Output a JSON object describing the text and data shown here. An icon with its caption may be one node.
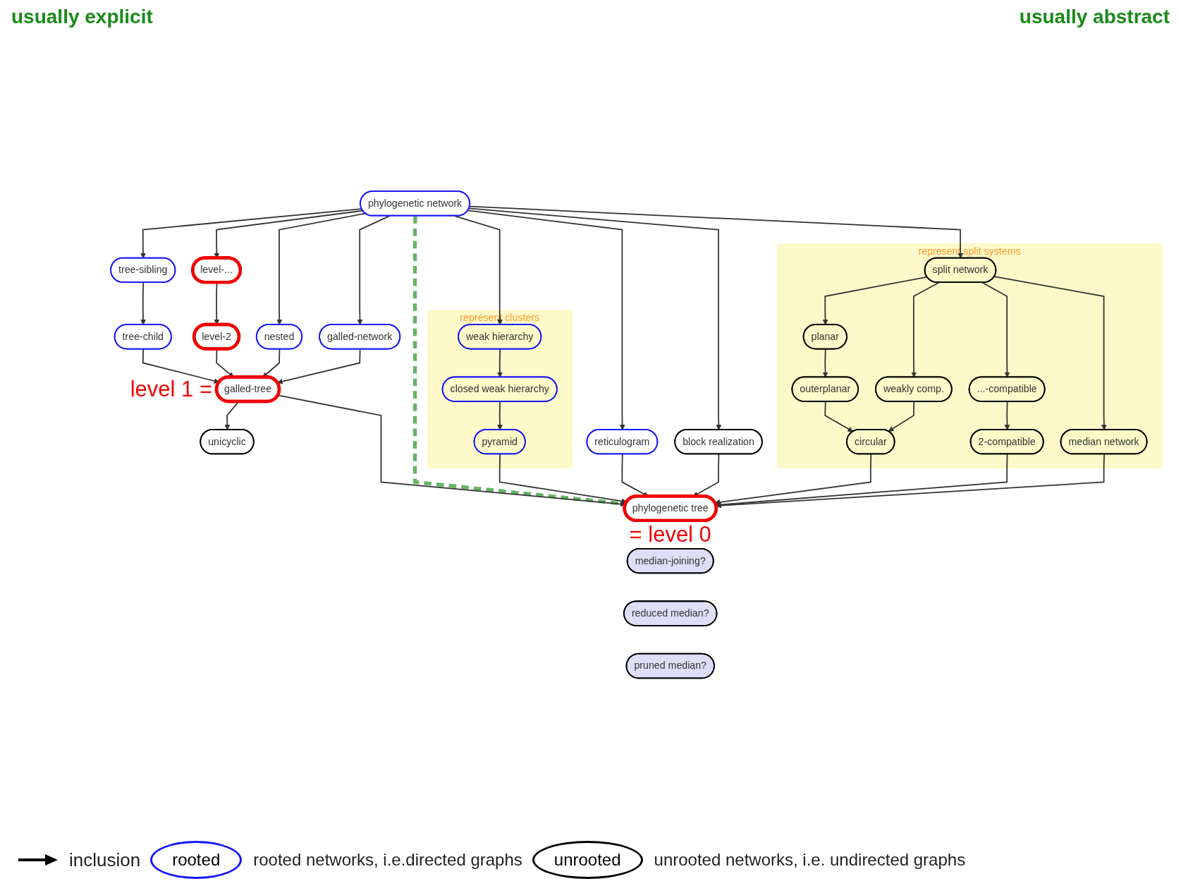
{
  "diagram": {
    "nodes": [
      {
        "text": [
          "phylogenetic network"
        ]
      },
      {
        "text": [
          "level-..."
        ]
      },
      {
        "text": [
          "tree-sibling"
        ]
      },
      {
        "text": [
          "nested"
        ]
      },
      {
        "text": [
          "level-2"
        ]
      },
      {
        "text": [
          "tree-child"
        ]
      },
      {
        "text": [
          "galled-network"
        ]
      },
      {
        "text": [
          "represent clusters"
        ]
      },
      {
        "text": [
          "weak hierarchy"
        ],
        "in": 7
      },
      {
        "text": [
          "closed weak hierarchy"
        ],
        "in": 7
      },
      {
        "text": [
          "pyramid"
        ],
        "in": 7
      },
      {
        "text": [
          "reticulogram"
        ]
      },
      {
        "text": [
          "block realization"
        ]
      },
      {
        "text": [
          "represent split systems"
        ]
      },
      {
        "text": [
          "split network"
        ],
        "in": 13
      },
      {
        "text": [
          "planar"
        ],
        "in": 13
      },
      {
        "text": [
          "...-compatible"
        ],
        "in": 13
      },
      {
        "text": [
          "median network"
        ],
        "in": 13
      },
      {
        "text": [
          "weakly comp."
        ],
        "in": 13
      },
      {
        "text": [
          "outerplanar"
        ],
        "in": 13
      },
      {
        "text": [
          "2-compatible"
        ],
        "in": 13
      },
      {
        "text": [
          "circular"
        ],
        "in": 13
      },
      {
        "text": [
          "galled-tree"
        ],
        "beside": [
          "level 1 ="
        ]
      },
      {
        "text": [
          "unicyclic"
        ]
      },
      {
        "text": [
          "phylogenetic tree"
        ],
        "beside": [
          "= level 0"
        ]
      },
      {
        "text": [
          "median-joining?"
        ]
      },
      {
        "text": [
          "reduced median?"
        ]
      },
      {
        "text": [
          "pruned median?"
        ]
      },
      {
        "text": [
          "rooted"
        ],
        "beside": [
          "rooted networks, i.e.directed graphs"
        ]
      },
      {
        "text": [
          "unrooted"
        ],
        "beside": [
          "unrooted networks, i.e. undirected graphs"
        ]
      }
    ],
    "edges": [
      {
        "from": 0,
        "to": 2,
        "arrow": "to"
      },
      {
        "from": 0,
        "to": 1,
        "arrow": "to"
      },
      {
        "from": 0,
        "to": 3,
        "arrow": "to"
      },
      {
        "from": 0,
        "to": 6,
        "arrow": "to"
      },
      {
        "from": 0,
        "to": 24,
        "arrow": "none",
        "style": "dashed",
        "color": "#66b366"
      },
      {
        "from": 0,
        "to": 8,
        "arrow": "to"
      },
      {
        "from": 0,
        "to": 11,
        "arrow": "to"
      },
      {
        "from": 0,
        "to": 12,
        "arrow": "to"
      },
      {
        "from": 0,
        "to": 14,
        "arrow": "to"
      },
      {
        "from": 2,
        "to": 5,
        "arrow": "to"
      },
      {
        "from": 1,
        "to": 4,
        "arrow": "to"
      },
      {
        "from": 4,
        "to": 22,
        "arrow": "to"
      },
      {
        "from": 5,
        "to": 22,
        "arrow": "to"
      },
      {
        "from": 3,
        "to": 22,
        "arrow": "to"
      },
      {
        "from": 6,
        "to": 22,
        "arrow": "to"
      },
      {
        "from": 22,
        "to": 23,
        "arrow": "to"
      },
      {
        "from": 22,
        "to": 24,
        "arrow": "to"
      },
      {
        "from": 8,
        "to": 9,
        "arrow": "to"
      },
      {
        "from": 9,
        "to": 10,
        "arrow": "to"
      },
      {
        "from": 10,
        "to": 24,
        "arrow": "to"
      },
      {
        "from": 11,
        "to": 24,
        "arrow": "to"
      },
      {
        "from": 12,
        "to": 24,
        "arrow": "to"
      },
      {
        "from": 14,
        "to": 15,
        "arrow": "to"
      },
      {
        "from": 14,
        "to": 18,
        "arrow": "to"
      },
      {
        "from": 14,
        "to": 16,
        "arrow": "to"
      },
      {
        "from": 14,
        "to": 17,
        "arrow": "to"
      },
      {
        "from": 15,
        "to": 19,
        "arrow": "to"
      },
      {
        "from": 19,
        "to": 21,
        "arrow": "to"
      },
      {
        "from": 18,
        "to": 21,
        "arrow": "to"
      },
      {
        "from": 16,
        "to": 20,
        "arrow": "to"
      },
      {
        "from": 21,
        "to": 24,
        "arrow": "to"
      },
      {
        "from": 20,
        "to": 24,
        "arrow": "to"
      },
      {
        "from": 17,
        "to": 24,
        "arrow": "to"
      }
    ],
    "labels": [
      "usually explicit",
      "usually abstract"
    ],
    "legend": [
      {
        "text": "inclusion"
      }
    ]
  }
}
